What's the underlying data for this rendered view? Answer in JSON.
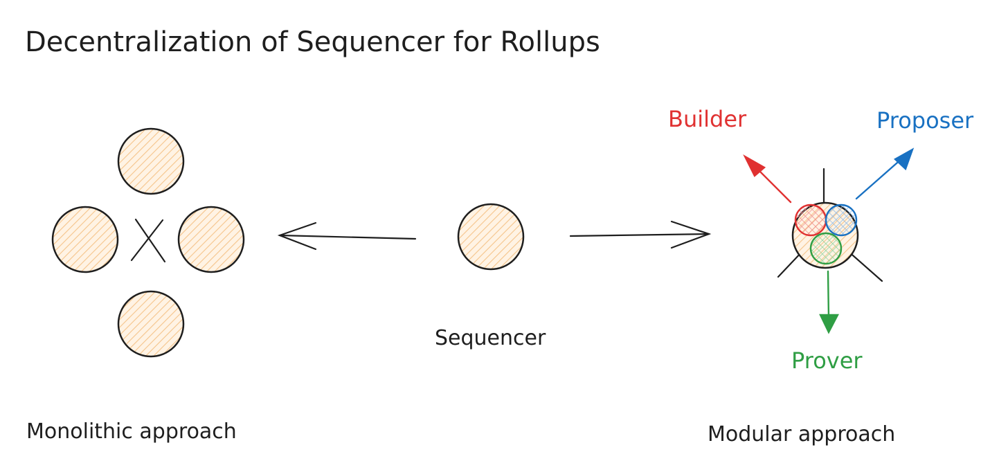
{
  "diagram": {
    "title": "Decentralization of Sequencer for Rollups",
    "sequencer_label": "Sequencer",
    "monolithic_label": "Monolithic approach",
    "modular_label": "Modular approach",
    "roles": {
      "builder": {
        "label": "Builder",
        "color": "#e03131"
      },
      "proposer": {
        "label": "Proposer",
        "color": "#1971c2"
      },
      "prover": {
        "label": "Prover",
        "color": "#2f9e44"
      }
    },
    "colors": {
      "ink": "#1e1e1e",
      "node_fill": "#fff3e4",
      "hatch": "#f5c48a"
    }
  }
}
